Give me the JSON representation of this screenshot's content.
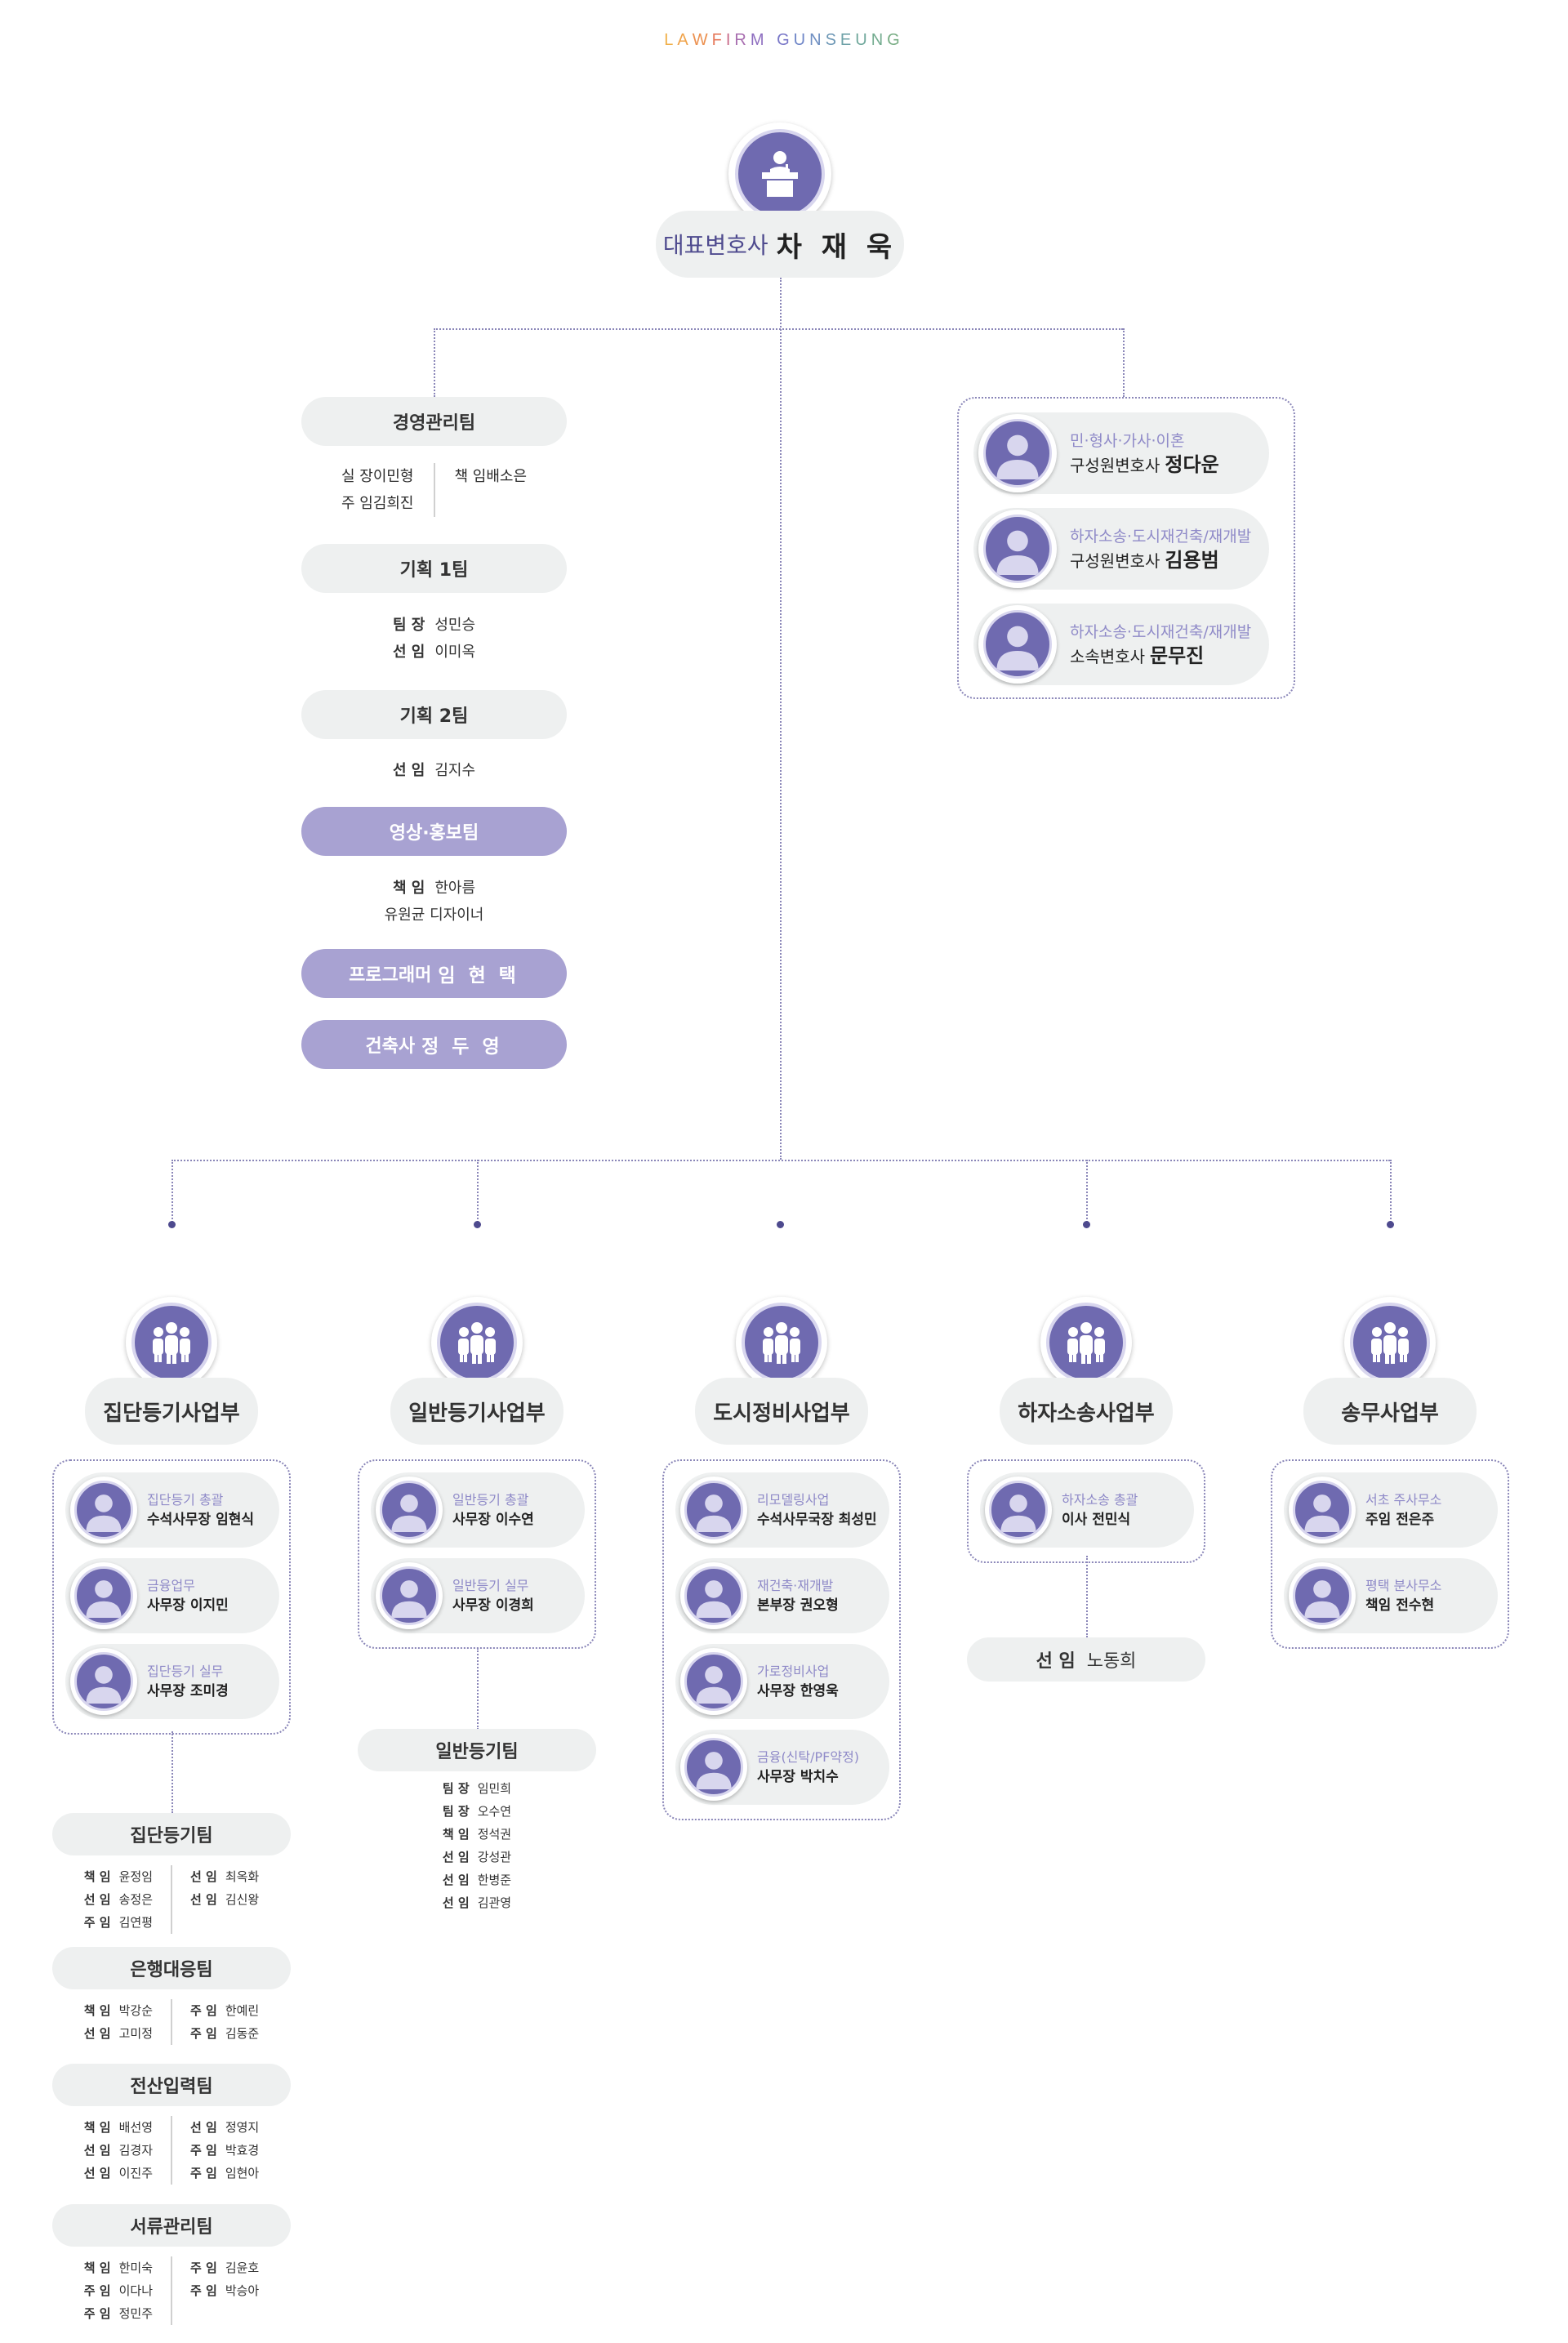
{
  "logo": {
    "text": "LAWFIRM GUNSEUNG",
    "colors": [
      "#f0b04a",
      "#f0a34a",
      "#ec9150",
      "#e67a5c",
      "#c96c8a",
      "#a86eb0",
      "#8e6ec0",
      "#7a78c8",
      "#6f86c8",
      "#6f8fc2",
      "#6e98b6",
      "#6fa2a8",
      "#70a89c",
      "#74ac90",
      "#7aae86",
      "#80b07e"
    ]
  },
  "ceo": {
    "title": "대표변호사",
    "name": "차 재 욱",
    "icon": "podium-icon"
  },
  "colors": {
    "accent": "#6f6ab0",
    "light_accent": "#a8a2d2",
    "pill_bg": "#eef0f0",
    "line": "#8a86b8",
    "text_accent": "#4e4a8e"
  },
  "mgmt": {
    "teams": [
      {
        "label": "경영관리팀"
      },
      {
        "label": "기획 1팀"
      },
      {
        "label": "기획 2팀"
      },
      {
        "label": "영상·홍보팀"
      },
      {
        "label": "프로그래머",
        "name": "임 현 택"
      },
      {
        "label": "건축사",
        "name": "정 두 영"
      }
    ],
    "mgmt_members_left": [
      {
        "role": "실 장",
        "name": "이민형"
      },
      {
        "role": "주 임",
        "name": "김희진"
      }
    ],
    "mgmt_members_right": [
      {
        "role": "책 임",
        "name": "배소은"
      }
    ],
    "plan1_members": [
      {
        "role": "팀 장",
        "name": "성민승"
      },
      {
        "role": "선 임",
        "name": "이미옥"
      }
    ],
    "plan2_members": [
      {
        "role": "선 임",
        "name": "김지수"
      }
    ],
    "media_members": [
      {
        "role": "책 임",
        "name": "한아름"
      },
      {
        "role": "",
        "name": "유원균 디자이너"
      }
    ]
  },
  "lawyers": [
    {
      "role": "민·형사·가사·이혼",
      "title": "구성원변호사",
      "name": "정다운"
    },
    {
      "role": "하자소송·도시재건축/재개발",
      "title": "구성원변호사",
      "name": "김용범"
    },
    {
      "role": "하자소송·도시재건축/재개발",
      "title": "소속변호사",
      "name": "문무진"
    }
  ],
  "depts": [
    {
      "label": "집단등기사업부",
      "people": [
        {
          "role": "집단등기 총괄",
          "title": "수석사무장 임현식"
        },
        {
          "role": "금융업무",
          "title": "사무장 이지민"
        },
        {
          "role": "집단등기 실무",
          "title": "사무장 조미경"
        }
      ]
    },
    {
      "label": "일반등기사업부",
      "people": [
        {
          "role": "일반등기 총괄",
          "title": "사무장 이수연"
        },
        {
          "role": "일반등기 실무",
          "title": "사무장 이경희"
        }
      ]
    },
    {
      "label": "도시정비사업부",
      "people": [
        {
          "role": "리모델링사업",
          "title": "수석사무국장 최성민"
        },
        {
          "role": "재건축·재개발",
          "title": "본부장 권오형"
        },
        {
          "role": "가로정비사업",
          "title": "사무장 한영욱"
        },
        {
          "role": "금융(신탁/PF약정)",
          "title": "사무장 박치수"
        }
      ]
    },
    {
      "label": "하자소송사업부",
      "people": [
        {
          "role": "하자소송 총괄",
          "title": "이사 전민식"
        }
      ]
    },
    {
      "label": "송무사업부",
      "people": [
        {
          "role": "서초 주사무소",
          "title": "주임 전은주"
        },
        {
          "role": "평택 분사무소",
          "title": "책임 전수현"
        }
      ]
    }
  ],
  "defect_team": {
    "role": "선 임",
    "name": "노동희"
  },
  "general_team": {
    "label": "일반등기팀",
    "members": [
      {
        "role": "팀 장",
        "name": "임민희"
      },
      {
        "role": "팀 장",
        "name": "오수연"
      },
      {
        "role": "책 임",
        "name": "정석권"
      },
      {
        "role": "선 임",
        "name": "강성관"
      },
      {
        "role": "선 임",
        "name": "한병준"
      },
      {
        "role": "선 임",
        "name": "김관영"
      }
    ]
  },
  "collective_teams": [
    {
      "label": "집단등기팀",
      "left": [
        {
          "role": "책 임",
          "name": "윤정임"
        },
        {
          "role": "선 임",
          "name": "송정은"
        },
        {
          "role": "주 임",
          "name": "김연평"
        }
      ],
      "right": [
        {
          "role": "선 임",
          "name": "최옥화"
        },
        {
          "role": "선 임",
          "name": "김신왕"
        }
      ]
    },
    {
      "label": "은행대응팀",
      "left": [
        {
          "role": "책 임",
          "name": "박강순"
        },
        {
          "role": "선 임",
          "name": "고미정"
        }
      ],
      "right": [
        {
          "role": "주 임",
          "name": "한예린"
        },
        {
          "role": "주 임",
          "name": "김동준"
        }
      ]
    },
    {
      "label": "전산입력팀",
      "left": [
        {
          "role": "책 임",
          "name": "배선영"
        },
        {
          "role": "선 임",
          "name": "김경자"
        },
        {
          "role": "선 임",
          "name": "이진주"
        }
      ],
      "right": [
        {
          "role": "선 임",
          "name": "정영지"
        },
        {
          "role": "주 임",
          "name": "박효경"
        },
        {
          "role": "주 임",
          "name": "임현아"
        }
      ]
    },
    {
      "label": "서류관리팀",
      "left": [
        {
          "role": "책 임",
          "name": "한미숙"
        },
        {
          "role": "주 임",
          "name": "이다나"
        },
        {
          "role": "주 임",
          "name": "정민주"
        }
      ],
      "right": [
        {
          "role": "주 임",
          "name": "김윤호"
        },
        {
          "role": "주 임",
          "name": "박승아"
        }
      ]
    }
  ]
}
